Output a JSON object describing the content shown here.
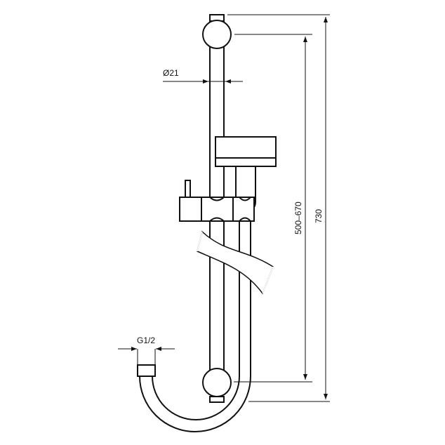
{
  "drawing": {
    "diameter_label": "Ø21",
    "thread_label": "G1/2",
    "adjust_range_label": "500–670",
    "total_height_label": "730"
  },
  "colors": {
    "line": "#111111",
    "background": "#ffffff"
  }
}
